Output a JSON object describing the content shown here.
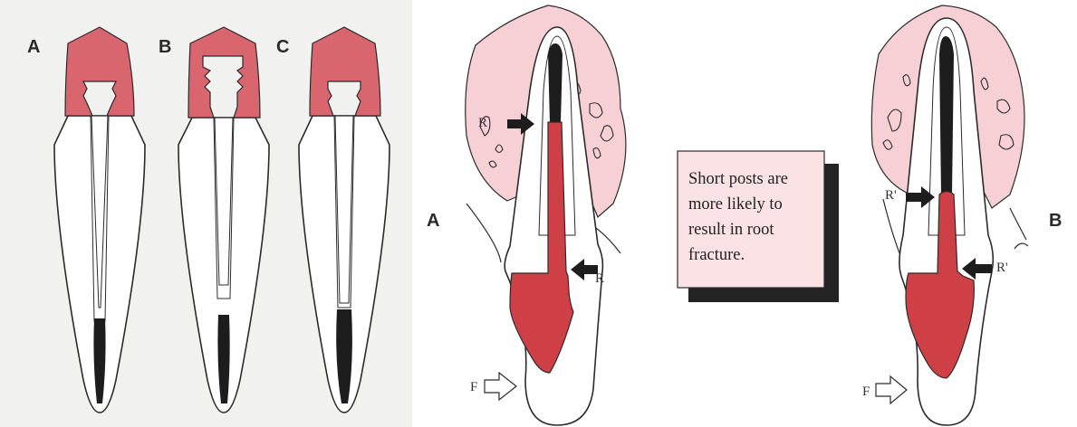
{
  "colors": {
    "crown_red": "#d9656e",
    "post_red": "#cf3f46",
    "gingiva_pink": "#f7d0d6",
    "gutta_percha": "#1d1d1d",
    "callout_fill": "#fbe3e5",
    "callout_shadow": "#232323",
    "outline": "#2b2b2b"
  },
  "left_figure": {
    "labels": [
      "A",
      "B",
      "C"
    ]
  },
  "right_figure": {
    "panel_a": {
      "label": "A",
      "marker_top": "R",
      "marker_bottom": "R",
      "force_label": "F"
    },
    "panel_b": {
      "label": "B",
      "marker_top": "R'",
      "marker_bottom": "R'",
      "force_label": "F"
    },
    "callout": {
      "lines": [
        "Short posts are",
        "more likely to",
        "result in root",
        "fracture."
      ]
    }
  }
}
